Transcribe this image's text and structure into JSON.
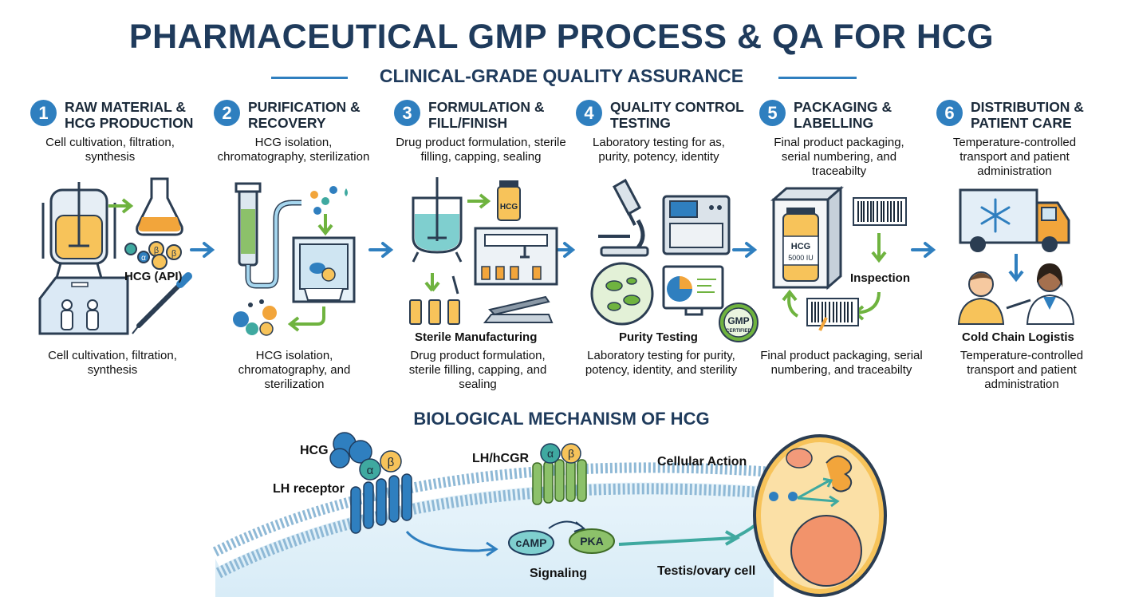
{
  "title": "PHARMACEUTICAL GMP PROCESS & QA FOR HCG",
  "subtitle": "CLINICAL-GRADE QUALITY ASSURANCE",
  "steps": [
    {
      "num": "1",
      "title": "RAW MATERIAL & HCG PRODUCTION",
      "desc": "Cell cultivation, filtration, synthesis",
      "label": "HCG (API)",
      "bottom_desc": "Cell cultivation, filtration, synthesis"
    },
    {
      "num": "2",
      "title": "PURIFICATION & RECOVERY",
      "desc": "HCG isolation, chromatography, sterilization",
      "bottom_desc": "HCG isolation, chromatography, and sterilization"
    },
    {
      "num": "3",
      "title": "FORMULATION & FILL/FINISH",
      "desc": "Drug product formulation, sterile filling, capping, sealing",
      "label": "Sterile Manufacturing",
      "bottom_desc": "Drug product formulation, sterile filling, capping, and sealing",
      "vial_text": "HCG"
    },
    {
      "num": "4",
      "title": "QUALITY CONTROL TESTING",
      "desc": "Laboratory testing for as, purity, potency, identity",
      "label": "Purity Testing",
      "bottom_desc": "Laboratory testing for purity, potency, identity, and sterility",
      "seal_text": "GMP",
      "seal_sub": "CERTIFIED"
    },
    {
      "num": "5",
      "title": "PACKAGING & LABELLING",
      "desc": "Final product packaging, serial numbering, and traceabilty",
      "label": "Inspection",
      "bottom_desc": "Final product packaging, serial numbering, and traceabilty",
      "box_line1": "HCG",
      "box_line2": "5000 IU"
    },
    {
      "num": "6",
      "title": "DISTRIBUTION & PATIENT CARE",
      "desc": "Temperature-controlled transport and patient administration",
      "label": "Cold Chain Logistis",
      "bottom_desc": "Temperature-controlled transport and patient administration"
    }
  ],
  "bio": {
    "title": "BIOLOGICAL MECHANISM OF HCG",
    "hcg": "HCG",
    "alpha": "α",
    "beta": "β",
    "lh_receptor": "LH receptor",
    "lhcgr": "LH/hCGR",
    "camp": "cAMP",
    "pka": "PKA",
    "signaling": "Signaling",
    "cellular_action": "Cellular Action",
    "cell": "Testis/ovary cell"
  },
  "colors": {
    "primary": "#2f7fbf",
    "navy": "#1f3b5c",
    "green": "#6fb33f",
    "orange": "#f2a53b",
    "teal": "#3fa9a0"
  }
}
